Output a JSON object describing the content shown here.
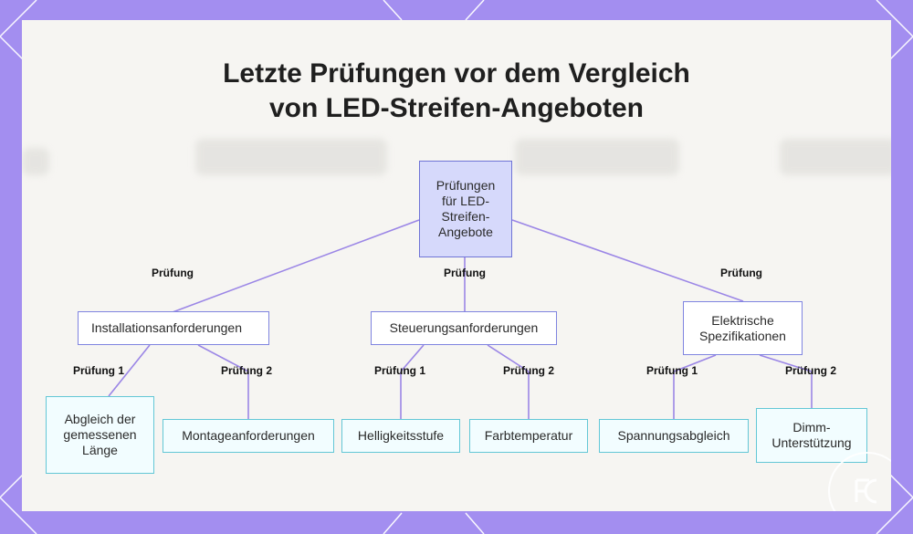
{
  "title": {
    "line1": "Letzte Prüfungen vor dem Vergleich",
    "line2": "von LED-Streifen-Angeboten"
  },
  "colors": {
    "frame": "#a38ef0",
    "edge": "#9b86e6",
    "node_border": "#7f84e0",
    "root_fill": "#d6d9fb",
    "leaf_border": "#63c7d6"
  },
  "diagram": {
    "root": {
      "label": "Prüfungen für LED-Streifen-Angebote"
    },
    "branches": [
      {
        "edge_label": "Prüfung",
        "label": "Installationsanforderungen",
        "children": [
          {
            "edge_label": "Prüfung 1",
            "label": "Abgleich der gemessenen Länge"
          },
          {
            "edge_label": "Prüfung 2",
            "label": "Montageanforderungen"
          }
        ]
      },
      {
        "edge_label": "Prüfung",
        "label": "Steuerungsanforderungen",
        "children": [
          {
            "edge_label": "Prüfung 1",
            "label": "Helligkeitsstufe"
          },
          {
            "edge_label": "Prüfung 2",
            "label": "Farbtemperatur"
          }
        ]
      },
      {
        "edge_label": "Prüfung",
        "label": "Elektrische Spezifikationen",
        "children": [
          {
            "edge_label": "Prüfung 1",
            "label": "Spannungsabgleich"
          },
          {
            "edge_label": "Prüfung 2",
            "label": "Dimm-Unterstützung"
          }
        ]
      }
    ]
  }
}
